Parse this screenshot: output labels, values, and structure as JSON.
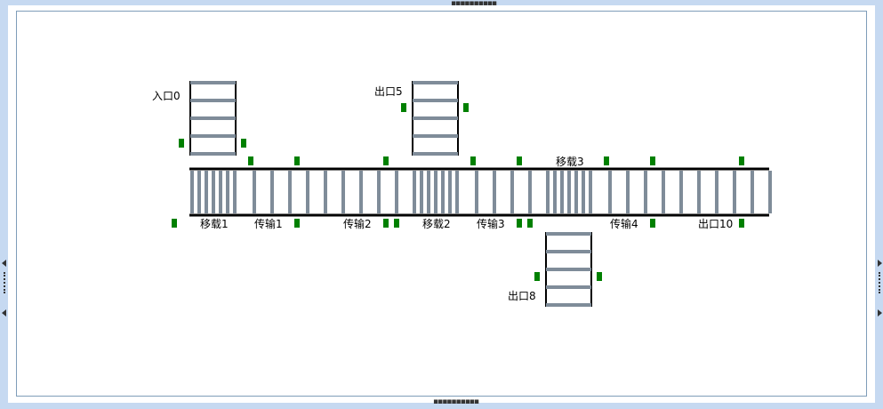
{
  "layout": {
    "labels": {
      "entry0": "入口0",
      "exit5": "出口5",
      "transfer3": "移载3",
      "transfer1": "移载1",
      "conveyor1": "传输1",
      "conveyor2": "传输2",
      "transfer2": "移载2",
      "conveyor3": "传输3",
      "conveyor4": "传输4",
      "exit10": "出口10",
      "exit8": "出口8"
    }
  },
  "colors": {
    "frame": "#c6d9f1",
    "roller": "#7f8c99",
    "track_border": "#000000",
    "sensor": "#008000"
  }
}
